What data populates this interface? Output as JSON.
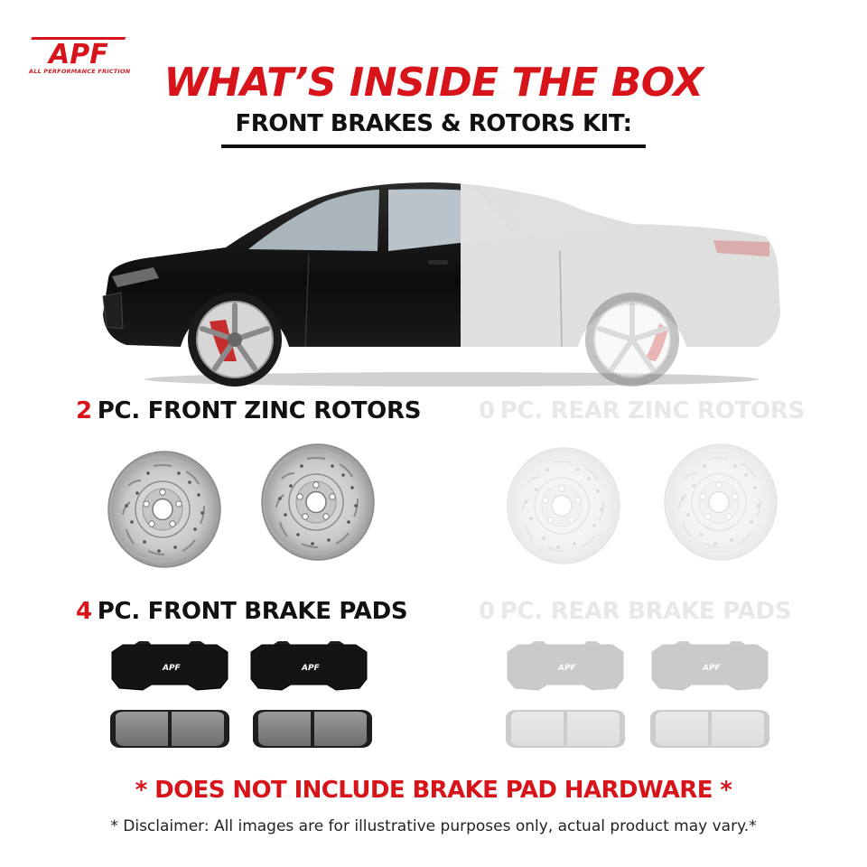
{
  "brand": {
    "logo_text": "APF",
    "tagline": "ALL PERFORMANCE FRICTION",
    "accent_color": "#d7141a"
  },
  "header": {
    "title": "WHAT’S INSIDE THE BOX",
    "subtitle": "FRONT BRAKES & ROTORS KIT:"
  },
  "car_image": {
    "icon": "sedan-car-illustration"
  },
  "sections": {
    "front_rotors": {
      "qty": "2",
      "label": "PC. FRONT ZINC ROTORS",
      "included": true
    },
    "rear_rotors": {
      "qty": "0",
      "label": "PC. REAR ZINC ROTORS",
      "included": false
    },
    "front_pads": {
      "qty": "4",
      "label": "PC. FRONT BRAKE PADS",
      "included": true
    },
    "rear_pads": {
      "qty": "0",
      "label": "PC. REAR BRAKE PADS",
      "included": false
    }
  },
  "pad_brand_mark": "APF",
  "footer": {
    "note": "* DOES NOT INCLUDE BRAKE PAD HARDWARE *",
    "disclaimer": "* Disclaimer: All images are for illustrative purposes only, actual product may vary.*"
  }
}
